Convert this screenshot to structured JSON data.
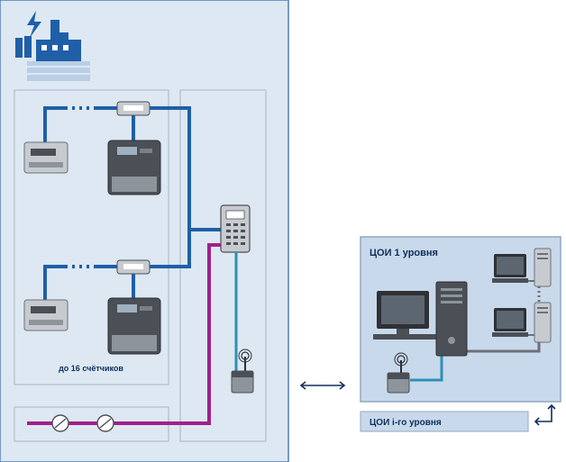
{
  "labels": {
    "up_to_16": "до 16 счётчиков",
    "level1": "ЦОИ 1 уровня",
    "leveli": "ЦОИ i-го уровня"
  },
  "colors": {
    "panel_bg": "#dde8f2",
    "panel_border": "#4f7db3",
    "inner_border": "#a8b4c0",
    "right_panel": "#c8d9eb",
    "right_border": "#8fa8c2",
    "bus_blue": "#1f5fa8",
    "bus_magenta": "#a0218a",
    "line_teal": "#2e8fb5",
    "device_dark": "#4b4f56",
    "device_light": "#c7cbd0"
  },
  "icons": [
    "factory-icon",
    "lightning-icon",
    "meter-icon",
    "converter-icon",
    "controller-icon",
    "modem-icon",
    "computer-icon",
    "switch-icon",
    "double-arrow-icon",
    "return-arrow-icon"
  ]
}
